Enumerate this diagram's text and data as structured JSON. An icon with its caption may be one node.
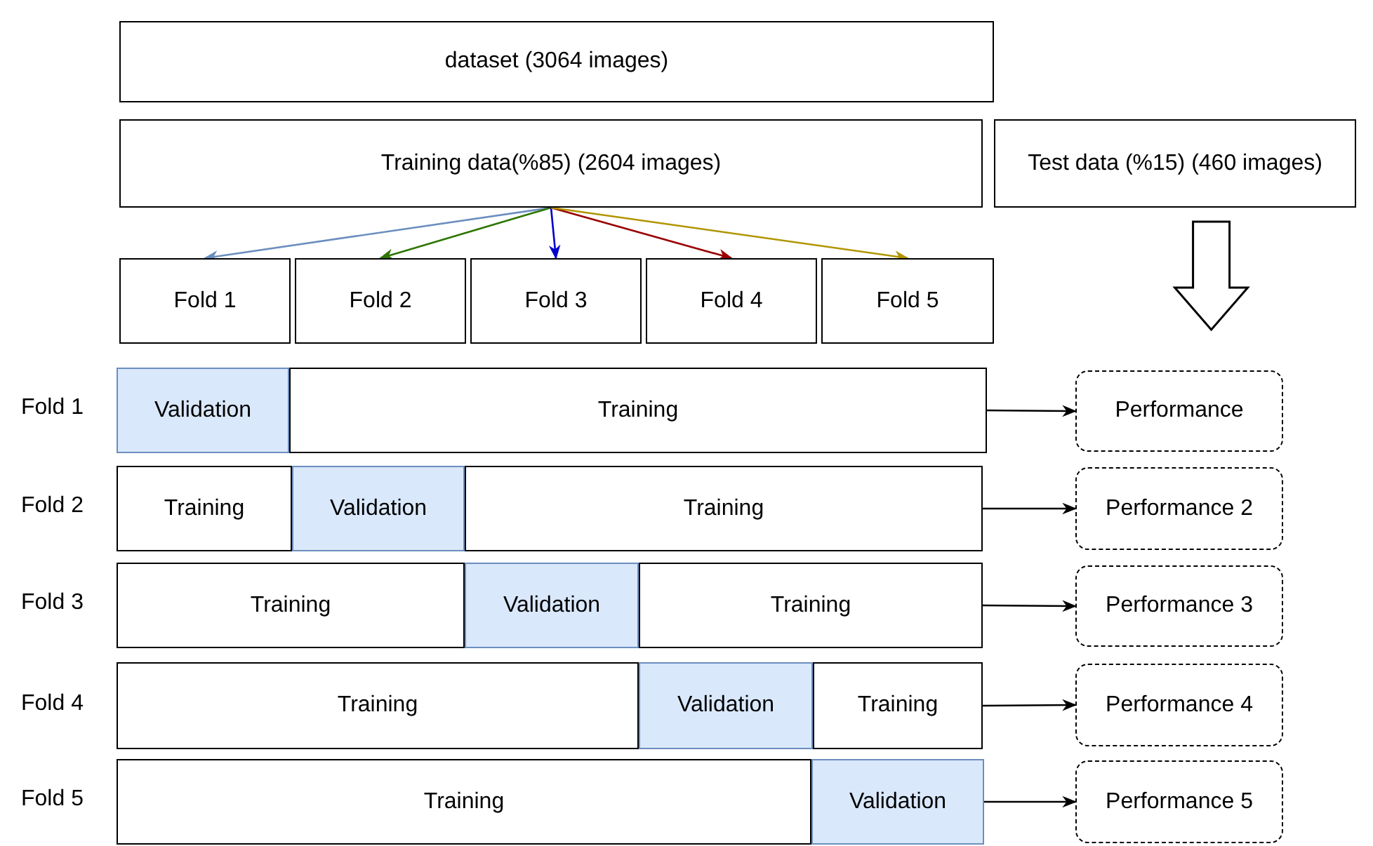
{
  "diagram": {
    "nodes": [
      {
        "text": [
          "dataset (3064 images)"
        ]
      },
      {
        "text": [
          "Training data(%85) (2604 images)"
        ]
      },
      {
        "text": [
          "Test data (%15) (460 images)"
        ]
      },
      {
        "text": [
          "Fold 1"
        ]
      },
      {
        "text": [
          "Fold 2"
        ]
      },
      {
        "text": [
          "Fold 3"
        ]
      },
      {
        "text": [
          "Fold 4"
        ]
      },
      {
        "text": [
          "Fold 5"
        ]
      },
      {
        "text": [
          "Validation"
        ]
      },
      {
        "text": [
          "Training"
        ]
      },
      {
        "text": [
          "Performance"
        ]
      },
      {
        "text": [
          "Training"
        ]
      },
      {
        "text": [
          "Validation"
        ]
      },
      {
        "text": [
          "Training"
        ]
      },
      {
        "text": [
          "Performance 2"
        ]
      },
      {
        "text": [
          "Training"
        ]
      },
      {
        "text": [
          "Validation"
        ]
      },
      {
        "text": [
          "Training"
        ]
      },
      {
        "text": [
          "Performance 3"
        ]
      },
      {
        "text": [
          "Training"
        ]
      },
      {
        "text": [
          "Validation"
        ]
      },
      {
        "text": [
          "Training"
        ]
      },
      {
        "text": [
          "Performance 4"
        ]
      },
      {
        "text": [
          "Training"
        ]
      },
      {
        "text": [
          "Validation"
        ]
      },
      {
        "text": [
          "Performance 5"
        ]
      }
    ],
    "edges": [
      {
        "from": 1,
        "to": 3,
        "arrow": "to",
        "color": "#6c8ebf"
      },
      {
        "from": 1,
        "to": 4,
        "arrow": "to",
        "color": "#2d7600"
      },
      {
        "from": 1,
        "to": 5,
        "arrow": "to",
        "color": "#0000cc"
      },
      {
        "from": 1,
        "to": 6,
        "arrow": "to",
        "color": "#990000"
      },
      {
        "from": 1,
        "to": 7,
        "arrow": "to",
        "color": "#b09500"
      },
      {
        "from": 2,
        "to": null,
        "arrow": "to",
        "style": "thick"
      },
      {
        "from": 9,
        "to": 10,
        "arrow": "to"
      },
      {
        "from": 13,
        "to": 14,
        "arrow": "to"
      },
      {
        "from": 17,
        "to": 18,
        "arrow": "to"
      },
      {
        "from": 21,
        "to": 22,
        "arrow": "to"
      },
      {
        "from": 24,
        "to": 25,
        "arrow": "to"
      }
    ],
    "labels": [
      "Fold 1",
      "Fold 2",
      "Fold 3",
      "Fold 4",
      "Fold 5"
    ]
  }
}
